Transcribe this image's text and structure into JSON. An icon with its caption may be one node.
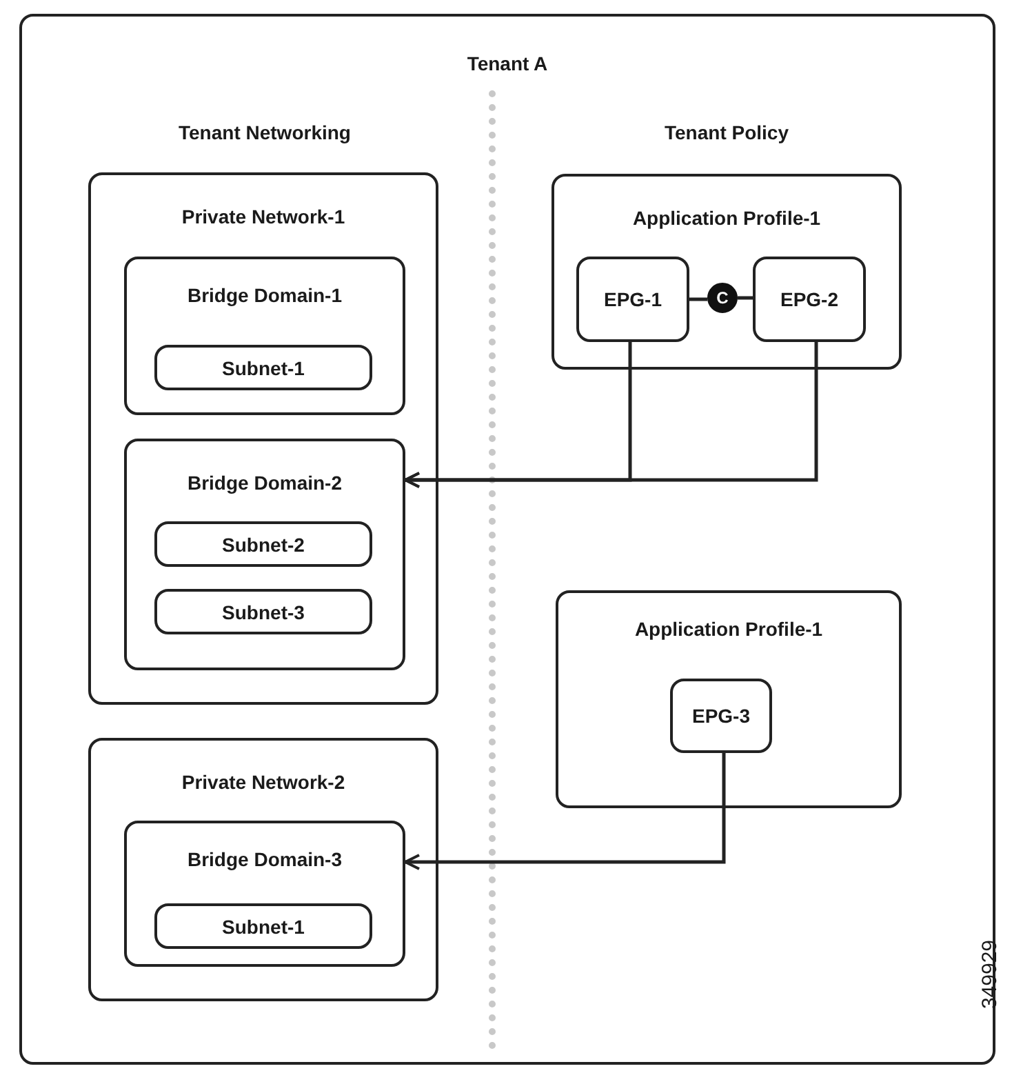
{
  "diagram": {
    "nodes": [
      {
        "text": [
          "Tenant A"
        ]
      },
      {
        "text": [
          "Private Network-1"
        ],
        "in": 0
      },
      {
        "text": [
          "Bridge Domain-1"
        ],
        "in": 1
      },
      {
        "text": [
          "Subnet-1"
        ],
        "in": 2
      },
      {
        "text": [
          "Bridge Domain-2"
        ],
        "in": 1
      },
      {
        "text": [
          "Subnet-2"
        ],
        "in": 4
      },
      {
        "text": [
          "Subnet-3"
        ],
        "in": 4
      },
      {
        "text": [
          "Application Profile-1"
        ],
        "in": 0
      },
      {
        "text": [
          "EPG-1"
        ],
        "in": 7
      },
      {
        "text": [
          "C"
        ],
        "in": 7
      },
      {
        "text": [
          "EPG-2"
        ],
        "in": 7
      },
      {
        "text": [
          "Application Profile-1"
        ],
        "in": 0
      },
      {
        "text": [
          "EPG-3"
        ],
        "in": 11
      },
      {
        "text": [
          "Private Network-2"
        ],
        "in": 0
      },
      {
        "text": [
          "Bridge Domain-3"
        ],
        "in": 13
      },
      {
        "text": [
          "Subnet-1"
        ],
        "in": 14
      }
    ],
    "edges": [
      {
        "from": 8,
        "to": 9,
        "arrow": "none"
      },
      {
        "from": 9,
        "to": 10,
        "arrow": "none"
      },
      {
        "from": 8,
        "to": 4,
        "arrow": "to"
      },
      {
        "from": 10,
        "to": 4,
        "arrow": "to"
      },
      {
        "from": 12,
        "to": 14,
        "arrow": "to"
      }
    ],
    "labels": [
      "Tenant Networking",
      "Tenant Policy",
      "349929"
    ]
  }
}
